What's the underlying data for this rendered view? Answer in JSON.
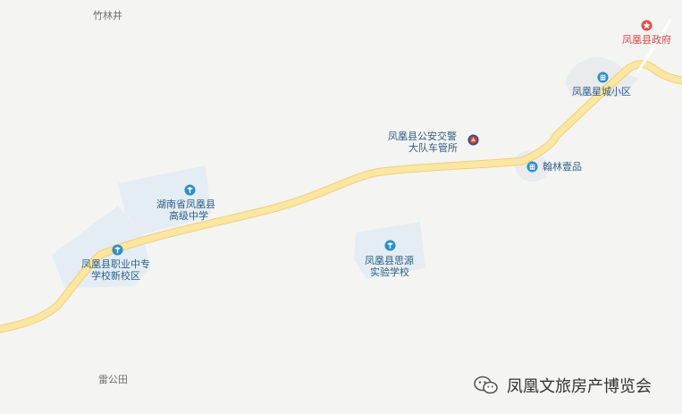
{
  "map": {
    "labels": {
      "zhulinjing": "竹林井",
      "fenghuang_gov": "凤凰县政府",
      "xingcheng": "凤凰星城小区",
      "jiaojing_1": "凤凰县公安交警",
      "jiaojing_2": "大队车管所",
      "hanlin": "翰林壹品",
      "gaozhong_1": "湖南省凤凰县",
      "gaozhong_2": "高级中学",
      "zhuanye_1": "凤凰县职业中专",
      "zhuanye_2": "学校新校区",
      "siyuan_1": "凤凰县思源",
      "siyuan_2": "实验学校",
      "leigongtian": "雷公田"
    },
    "icons": {
      "school": "school-icon",
      "residential": "residential-building-icon",
      "police": "police-station-icon",
      "government": "government-star-icon"
    },
    "colors": {
      "background": "#f4f4f2",
      "road": "#fbe6a2",
      "road_edge": "#f2cf7a",
      "campus_area": "#e4edf3",
      "residential_area": "#e9ebed",
      "poi_blue": "#2f8fc5",
      "government_red": "#e14f4f"
    }
  },
  "watermark": {
    "text": "凤凰文旅房产博览会",
    "icon": "wechat-icon"
  }
}
